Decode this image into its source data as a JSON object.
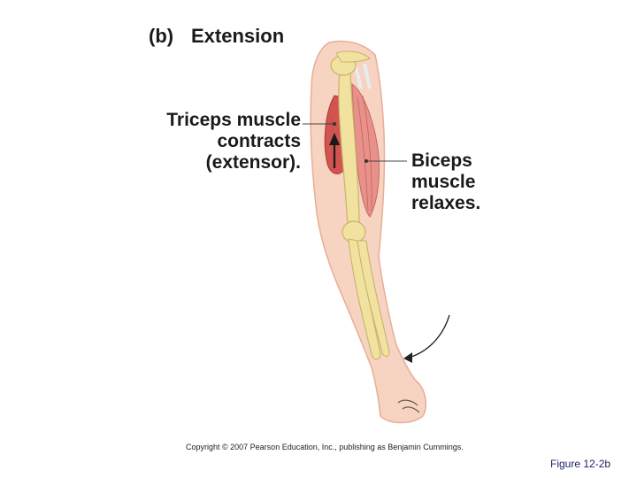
{
  "title": {
    "part": "(b)",
    "name": "Extension"
  },
  "labels": {
    "triceps": [
      "Triceps muscle",
      "contracts",
      "(extensor)."
    ],
    "biceps": [
      "Biceps",
      "muscle",
      "relaxes."
    ]
  },
  "copyright": "Copyright © 2007 Pearson Education, Inc., publishing as Benjamin Cummings.",
  "figure_number": "Figure 12-2b",
  "colors": {
    "skin": "#f7d3c2",
    "skin_edge": "#e7ae96",
    "muscle": "#e8908a",
    "muscle_dark": "#d2534f",
    "bone": "#f1e2a0",
    "bone_edge": "#c9b36a",
    "tendon": "#e6ecf0"
  }
}
